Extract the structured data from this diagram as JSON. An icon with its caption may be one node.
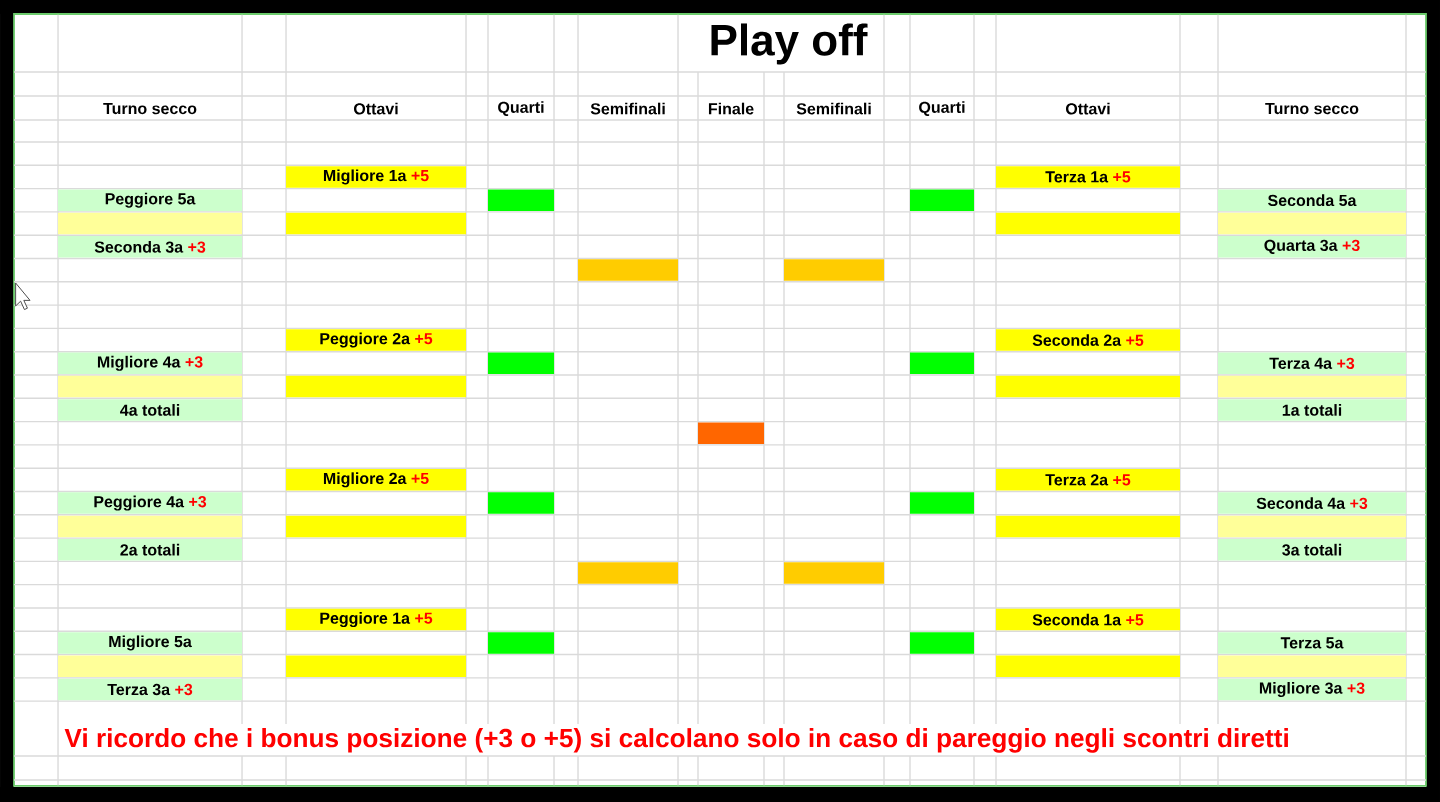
{
  "diagram": {
    "title": "Play off",
    "nodes": [
      {
        "text": [
          "Migliore 1a",
          "+5"
        ]
      },
      {
        "text": [
          "Terza 1a",
          "+5"
        ]
      },
      {
        "text": [
          "Peggiore 5a"
        ]
      },
      {
        "text": [],
        "shape": "box"
      },
      {
        "text": [],
        "shape": "box"
      },
      {
        "text": [
          "Seconda 5a"
        ]
      },
      {
        "text": [],
        "shape": "box"
      },
      {
        "text": [],
        "shape": "box"
      },
      {
        "text": [],
        "shape": "box"
      },
      {
        "text": [],
        "shape": "box"
      },
      {
        "text": [
          "Seconda 3a",
          "+3"
        ]
      },
      {
        "text": [
          "Quarta 3a",
          "+3"
        ]
      },
      {
        "text": [],
        "shape": "box"
      },
      {
        "text": [],
        "shape": "box"
      },
      {
        "text": [
          "Peggiore 2a",
          "+5"
        ]
      },
      {
        "text": [
          "Seconda 2a",
          "+5"
        ]
      },
      {
        "text": [
          "Migliore 4a",
          "+3"
        ]
      },
      {
        "text": [],
        "shape": "box"
      },
      {
        "text": [],
        "shape": "box"
      },
      {
        "text": [
          "Terza 4a",
          "+3"
        ]
      },
      {
        "text": [],
        "shape": "box"
      },
      {
        "text": [],
        "shape": "box"
      },
      {
        "text": [],
        "shape": "box"
      },
      {
        "text": [],
        "shape": "box"
      },
      {
        "text": [
          "4a totali"
        ]
      },
      {
        "text": [
          "1a totali"
        ]
      },
      {
        "text": [],
        "shape": "box"
      },
      {
        "text": [
          "Migliore 2a",
          "+5"
        ]
      },
      {
        "text": [
          "Terza 2a",
          "+5"
        ]
      },
      {
        "text": [
          "Peggiore 4a",
          "+3"
        ]
      },
      {
        "text": [],
        "shape": "box"
      },
      {
        "text": [],
        "shape": "box"
      },
      {
        "text": [
          "Seconda 4a",
          "+3"
        ]
      },
      {
        "text": [],
        "shape": "box"
      },
      {
        "text": [],
        "shape": "box"
      },
      {
        "text": [],
        "shape": "box"
      },
      {
        "text": [],
        "shape": "box"
      },
      {
        "text": [
          "2a totali"
        ]
      },
      {
        "text": [
          "3a totali"
        ]
      },
      {
        "text": [],
        "shape": "box"
      },
      {
        "text": [],
        "shape": "box"
      },
      {
        "text": [
          "Peggiore 1a",
          "+5"
        ]
      },
      {
        "text": [
          "Seconda 1a",
          "+5"
        ]
      },
      {
        "text": [
          "Migliore 5a"
        ]
      },
      {
        "text": [],
        "shape": "box"
      },
      {
        "text": [],
        "shape": "box"
      },
      {
        "text": [
          "Terza 5a"
        ]
      },
      {
        "text": [],
        "shape": "box"
      },
      {
        "text": [],
        "shape": "box"
      },
      {
        "text": [],
        "shape": "box"
      },
      {
        "text": [],
        "shape": "box"
      },
      {
        "text": [
          "Terza 3a",
          "+3"
        ]
      },
      {
        "text": [
          "Migliore 3a",
          "+3"
        ]
      }
    ],
    "labels": [
      "Turno secco",
      "Ottavi",
      "Quarti",
      "Semifinali",
      "Finale",
      "Semifinali",
      "Quarti",
      "Ottavi",
      "Turno secco",
      "Vi ricordo che i bonus posizione (+3 o +5) si calcolano solo in caso di pareggio negli scontri diretti"
    ]
  }
}
